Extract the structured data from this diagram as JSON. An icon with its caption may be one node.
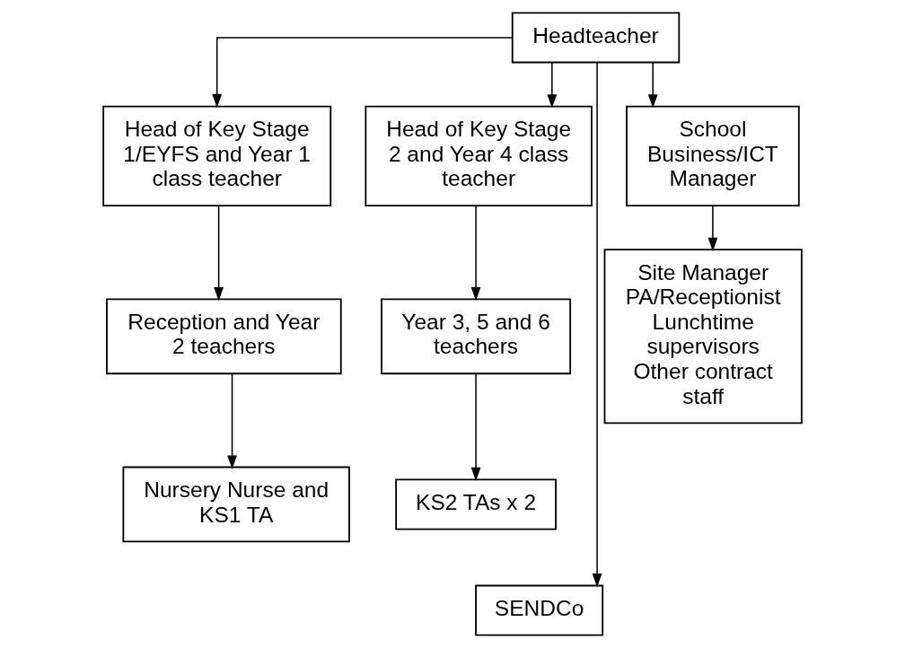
{
  "diagram": {
    "nodes": [
      {
        "text": [
          "Headteacher"
        ]
      },
      {
        "text": [
          "Head of Key Stage 1/EYFS and Year 1 class teacher"
        ]
      },
      {
        "text": [
          "Head of Key Stage 2 and Year 4 class teacher"
        ]
      },
      {
        "text": [
          "School Business/ICT Manager"
        ]
      },
      {
        "text": [
          "Reception and Year 2 teachers"
        ]
      },
      {
        "text": [
          "Nursery Nurse and KS1 TA"
        ]
      },
      {
        "text": [
          "Year 3, 5 and 6 teachers"
        ]
      },
      {
        "text": [
          "KS2 TAs x 2"
        ]
      },
      {
        "text": [
          "Site Manager",
          "PA/Receptionist",
          "Lunchtime supervisors",
          "Other contract staff"
        ]
      },
      {
        "text": [
          "SENDCo"
        ]
      }
    ],
    "edges": [
      {
        "from": 0,
        "to": 1,
        "arrow": "to"
      },
      {
        "from": 0,
        "to": 9,
        "arrow": "to"
      },
      {
        "from": 0,
        "to": 2,
        "arrow": "to"
      },
      {
        "from": 0,
        "to": 3,
        "arrow": "to"
      },
      {
        "from": 1,
        "to": 4,
        "arrow": "to"
      },
      {
        "from": 4,
        "to": 5,
        "arrow": "to"
      },
      {
        "from": 2,
        "to": 6,
        "arrow": "to"
      },
      {
        "from": 6,
        "to": 7,
        "arrow": "to"
      },
      {
        "from": 3,
        "to": 8,
        "arrow": "to"
      }
    ]
  }
}
